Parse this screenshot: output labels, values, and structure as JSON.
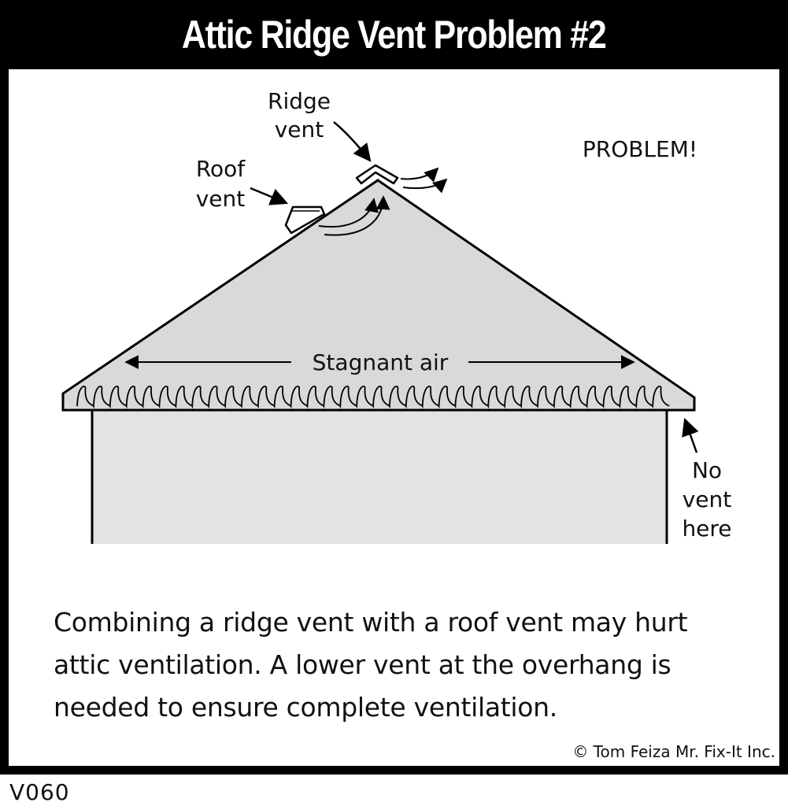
{
  "title": "Attic Ridge Vent Problem #2",
  "labels": {
    "ridge_vent": [
      "Ridge",
      "vent"
    ],
    "roof_vent": [
      "Roof",
      "vent"
    ],
    "problem": "PROBLEM!",
    "stagnant_air": "Stagnant air",
    "no_vent": [
      "No",
      "vent",
      "here"
    ]
  },
  "caption": [
    "Combining a ridge vent with a roof vent may hurt",
    "attic ventilation. A lower vent at the overhang is",
    "needed to ensure complete ventilation."
  ],
  "copyright": "© Tom Feiza Mr. Fix-It Inc.",
  "code": "V060",
  "colors": {
    "roof_fill": "#d9d9da",
    "wall_fill": "#e3e3e4",
    "ink": "#000000"
  }
}
